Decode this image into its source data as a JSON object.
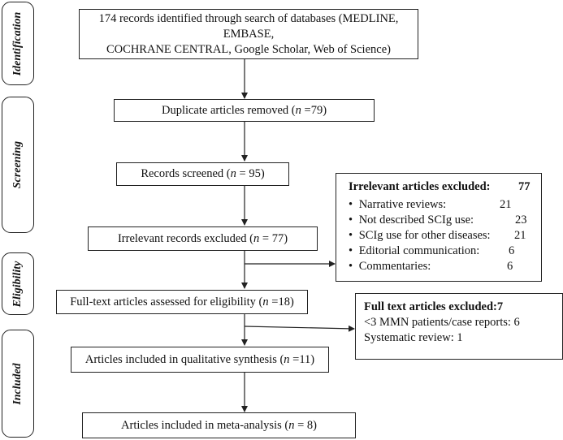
{
  "phases": {
    "identification": "Identification",
    "screening": "Screening",
    "eligibility": "Eligibility",
    "included": "Included"
  },
  "boxes": {
    "identified": {
      "line1": "174 records identified through search of databases (MEDLINE, EMBASE,",
      "line2": "COCHRANE CENTRAL, Google Scholar, Web of Science)"
    },
    "duplicates": {
      "text": "Duplicate articles removed (",
      "n": "n",
      "value": " =79)"
    },
    "screened": {
      "text": "Records screened (",
      "n": "n",
      "value": " = 95)"
    },
    "irrelevant": {
      "text": "Irrelevant records excluded (",
      "n": "n",
      "value": " = 77)"
    },
    "fulltext": {
      "text": "Full-text articles assessed for eligibility (",
      "n": "n",
      "value": " =18)"
    },
    "qualitative": {
      "text": "Articles included in qualitative synthesis (",
      "n": "n",
      "value": " =11)"
    },
    "meta": {
      "text": "Articles included in meta-analysis (",
      "n": "n",
      "value": " = 8)"
    }
  },
  "irrelevant_excluded": {
    "title": "Irrelevant articles excluded:",
    "total": "77",
    "bullet": "•",
    "items": [
      {
        "label": "Narrative reviews:",
        "count": "21"
      },
      {
        "label": "Not described SCIg use:",
        "count": "23"
      },
      {
        "label": "SCIg use for other diseases:",
        "count": "21"
      },
      {
        "label": "Editorial communication:",
        "count": "6"
      },
      {
        "label": "Commentaries:",
        "count": "6"
      }
    ]
  },
  "fulltext_excluded": {
    "title": "Full text articles excluded:7",
    "items": [
      "<3 MMN patients/case reports: 6",
      "Systematic review: 1"
    ]
  }
}
